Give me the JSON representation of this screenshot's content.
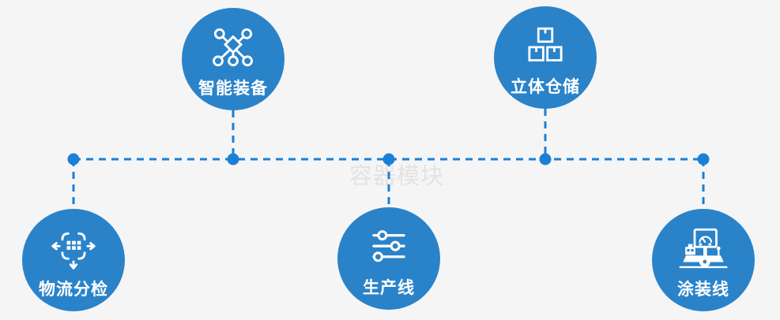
{
  "watermark": {
    "text": "容器模块"
  },
  "colors": {
    "background": "#f5f5f6",
    "node_fill": "#2a83c9",
    "connector": "#1b80d4",
    "icon_stroke": "#ffffff",
    "label_text": "#ffffff",
    "watermark_text": "#e3e3e3"
  },
  "nodes": [
    {
      "label": "智能装备",
      "icon": "network-nodes-icon",
      "position": "top-left"
    },
    {
      "label": "立体仓储",
      "icon": "stacked-boxes-icon",
      "position": "top-right"
    },
    {
      "label": "物流分检",
      "icon": "sort-distribute-icon",
      "position": "bottom-left"
    },
    {
      "label": "生产线",
      "icon": "sliders-icon",
      "position": "bottom-center"
    },
    {
      "label": "涂装线",
      "icon": "paint-machine-icon",
      "position": "bottom-right"
    }
  ]
}
